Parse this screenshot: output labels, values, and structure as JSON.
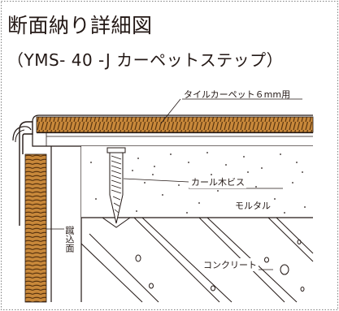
{
  "title_line1": "断面納り詳細図",
  "title_line2": "（YMS- 40 -J カーペットステップ）",
  "labels": {
    "tile_carpet": "タイルカーペット６mm用",
    "curl_screw": "カール木ビス",
    "mortar": "モルタル",
    "concrete": "コンクリート",
    "riser_face": "蹴込面"
  },
  "colors": {
    "carpet": "#c8883a",
    "carpet_stripe": "#5a3510",
    "line": "#231815",
    "frame": "#808080"
  }
}
